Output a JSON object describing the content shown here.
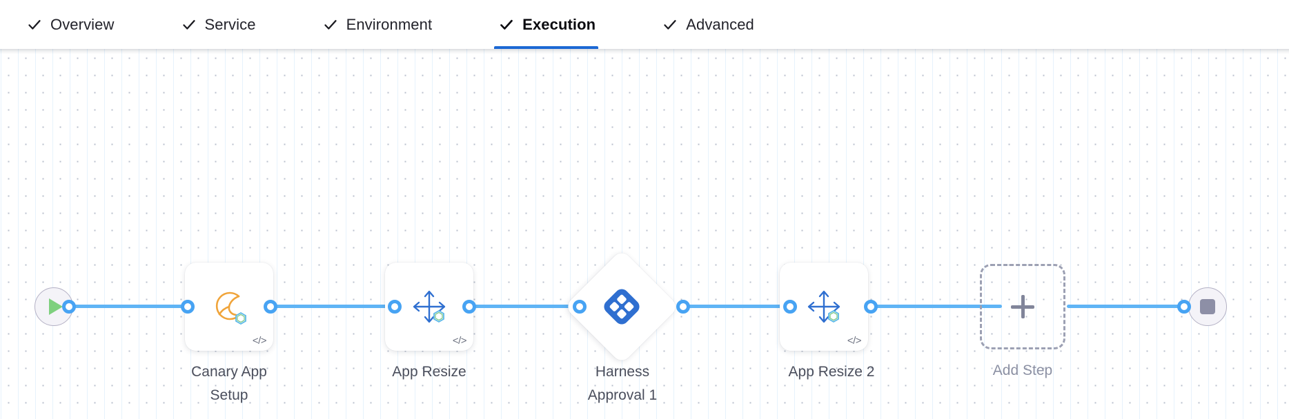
{
  "tabs": [
    {
      "label": "Overview",
      "icon": "check-icon",
      "active": false
    },
    {
      "label": "Service",
      "icon": "check-icon",
      "active": false
    },
    {
      "label": "Environment",
      "icon": "check-icon",
      "active": false
    },
    {
      "label": "Execution",
      "icon": "check-icon",
      "active": true
    },
    {
      "label": "Advanced",
      "icon": "check-icon",
      "active": false
    }
  ],
  "canvas": {
    "start_node": {
      "name": "start-node",
      "icon": "play-icon"
    },
    "end_node": {
      "name": "end-node",
      "icon": "stop-icon"
    },
    "nodes": [
      {
        "id": "canary-app-setup",
        "label": "Canary App\nSetup",
        "icon": "tanzu-app-setup-icon",
        "shape": "rounded-square",
        "badge": "code-icon"
      },
      {
        "id": "app-resize",
        "label": "App Resize",
        "icon": "resize-arrows-icon",
        "shape": "rounded-square",
        "badge": "code-icon"
      },
      {
        "id": "harness-approval-1",
        "label": "Harness\nApproval 1",
        "icon": "harness-approval-icon",
        "shape": "diamond",
        "badge": ""
      },
      {
        "id": "app-resize-2",
        "label": "App Resize 2",
        "icon": "resize-arrows-icon",
        "shape": "rounded-square",
        "badge": "code-icon"
      },
      {
        "id": "add-step",
        "label": "Add Step",
        "icon": "plus-icon",
        "shape": "dashed-square",
        "badge": ""
      }
    ]
  },
  "colors": {
    "connector": "#47a3f3",
    "active_tab_underline": "#1b68d4",
    "approval_blue": "#2f6fd0",
    "tanzu_orange": "#f0a43a",
    "start_green": "#7ed07e",
    "stop_gray": "#8d8fa6",
    "label_text": "#4a4e5c",
    "add_step_text": "#8b90a3"
  }
}
